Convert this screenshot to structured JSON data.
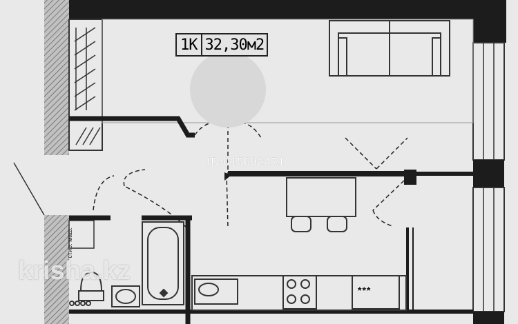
{
  "apartment": {
    "type_label": "1К",
    "area_label": "32,30м2"
  },
  "listing_id": "ID:015692471",
  "watermark": "krisha.kz",
  "closet_label": "стир. маш.",
  "stove_label": "***",
  "colors": {
    "background": "#e9e9e9",
    "wall": "#1c1c1c",
    "door_arc": "#222222",
    "window_hatch": "#555555"
  }
}
